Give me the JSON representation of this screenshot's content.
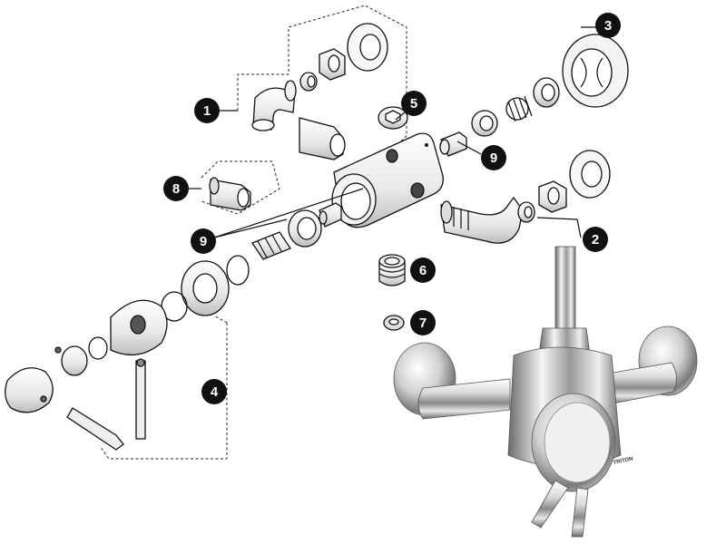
{
  "callouts": {
    "c1": "1",
    "c2": "2",
    "c3": "3",
    "c4": "4",
    "c5": "5",
    "c6": "6",
    "c7": "7",
    "c8": "8",
    "c9a": "9",
    "c9b": "9"
  },
  "brand_mark": "TRITON",
  "colors": {
    "ink": "#111111",
    "callout_fill": "#111111",
    "chrome_light": "#f2f2f2",
    "chrome_dark": "#5a5a5a"
  }
}
